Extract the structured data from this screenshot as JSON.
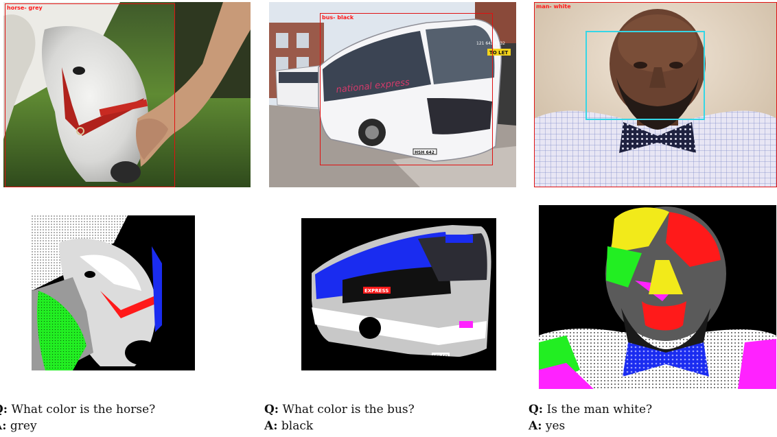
{
  "examples": [
    {
      "box_label": "horse- grey",
      "question": "What color is the horse?",
      "answer": "grey"
    },
    {
      "box_label": "bus- black",
      "question": "What color is the bus?",
      "answer": "black"
    },
    {
      "box_label": "man- white",
      "question": "Is the man white?",
      "answer": "yes"
    }
  ],
  "q_prefix": "Q:",
  "a_prefix": "A:",
  "bus_texts": {
    "brand": "national express",
    "plate": "HSH 642",
    "sign": "TO LET",
    "phone": "121 642 6332"
  },
  "seg_texts": {
    "brand": "EXPRESS",
    "plate": "HSH 642"
  },
  "colors": {
    "bbox_red": "#e01010",
    "bbox_cyan": "#35d6e6",
    "seg_green": "#22ee22",
    "seg_blue": "#1a2cf0",
    "seg_red": "#ff1a1a",
    "seg_magenta": "#ff22ff",
    "seg_yellow": "#f2ea1a"
  }
}
